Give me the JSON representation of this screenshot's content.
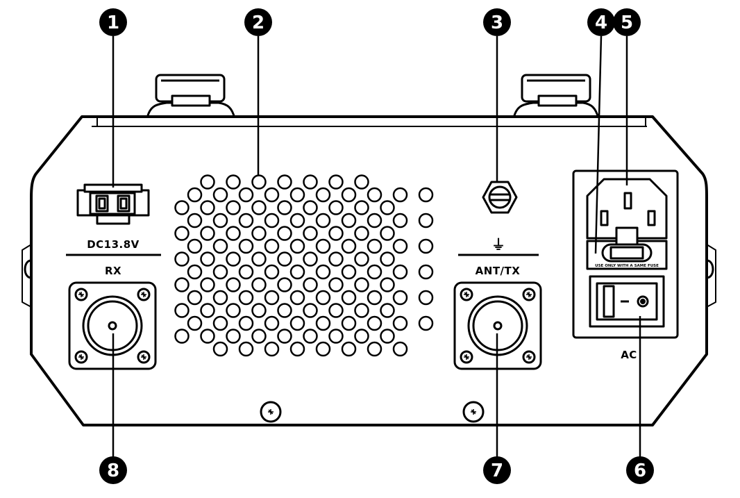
{
  "panel_labels": {
    "dc_input": "DC13.8V",
    "rx": "RX",
    "ant_tx": "ANT/TX",
    "ac": "AC",
    "fuse_note": "USE ONLY WITH A SAME FUSE",
    "ground_symbol": "⏚"
  },
  "callouts": [
    {
      "number": "1",
      "target": "dc-power-jack"
    },
    {
      "number": "2",
      "target": "ventilation-grille"
    },
    {
      "number": "3",
      "target": "ground-terminal"
    },
    {
      "number": "4",
      "target": "fuse-holder"
    },
    {
      "number": "5",
      "target": "ac-inlet"
    },
    {
      "number": "6",
      "target": "power-switch"
    },
    {
      "number": "7",
      "target": "ant-tx-connector"
    },
    {
      "number": "8",
      "target": "rx-connector"
    }
  ],
  "colors": {
    "ink": "#000000",
    "panel": "#ffffff"
  }
}
